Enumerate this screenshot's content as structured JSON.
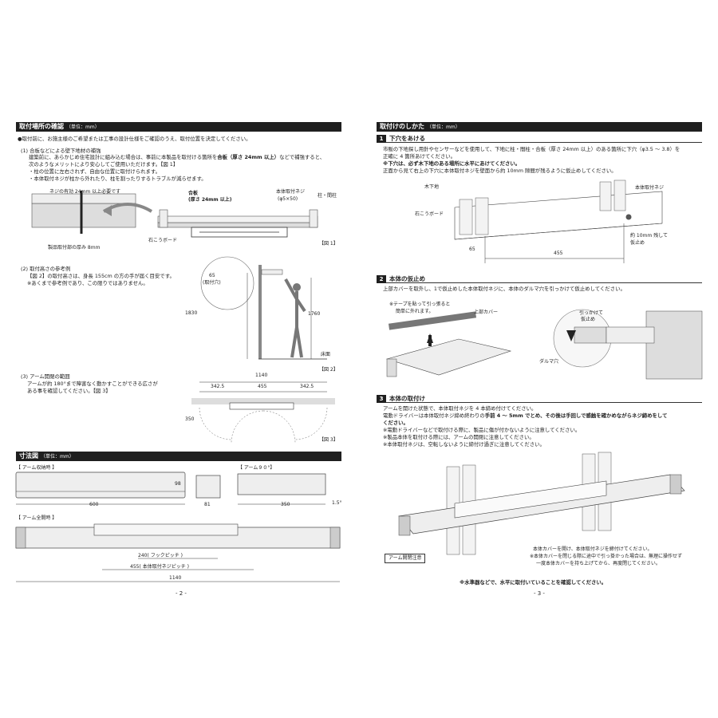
{
  "left": {
    "section1": {
      "title": "取付場所の確認",
      "unit": "（単位：mm）",
      "intro": "●取付前に、お施主様のご希望または工事の設計仕様をご確認のうえ、取付位置を決定してください。",
      "s1_heading": "(1) 合板などによる壁下地材の補強",
      "s1_l1_a": "建築前に、あらかじめ住宅設計に組み込む場合は、事前に本製品を取付ける箇所を",
      "s1_l1_b": "合板（厚さ 24mm 以上）",
      "s1_l1_c": "などで補強すると、",
      "s1_l2": "次のようなメリットにより安心してご使用いただけます。【図 1】",
      "s1_l3": "・柱の位置に左右されず、自由な位置に取付けられます。",
      "s1_l4": "・本体取付ネジが柱から外れたり、柱を割ったりするトラブルが減らせます。",
      "fig1_screw": "ネジの有効 24mm 以上必要です",
      "fig1_plywood": "合板",
      "fig1_plywood2": "(厚さ 24mm 以上)",
      "fig1_mount_screw": "本体取付ネジ",
      "fig1_mount_screw2": "(φ5×50)",
      "fig1_pillar": "柱・間柱",
      "fig1_board": "石こうボード",
      "fig1_thickness": "製品取付部の厚み 8mm",
      "fig1_label": "【図 1】",
      "s2_heading": "(2) 取付高さの参考例",
      "s2_l1": "【図 2】の取付高さは、身長 155cm の方の手が届く目安です。",
      "s2_l2": "※あくまで参考例であり、この限りではありません。",
      "fig2_65": "65",
      "fig2_hole": "(取付穴)",
      "fig2_1830": "1830",
      "fig2_1760": "1760",
      "fig2_floor": "床面",
      "fig2_label": "【図 2】",
      "s3_heading": "(3) アーム開閉の範囲",
      "s3_l1": "アームが約 180°まで障害なく動かすことができる広さが",
      "s3_l2": "ある事を確認してください。【図 3】",
      "fig3_1140": "1140",
      "fig3_a": "342.5",
      "fig3_b": "455",
      "fig3_c": "342.5",
      "fig3_350": "350",
      "fig3_label": "【図 3】"
    },
    "section2": {
      "title": "寸法図",
      "unit": "（単位：mm）",
      "stored": "【 アーム収納時 】",
      "arm90": "【 アーム９０°】",
      "open": "【 アーム全開時 】",
      "d98": "98",
      "d600": "600",
      "d81": "81",
      "d350": "350",
      "d15": "1.5°",
      "hook": "240( フックピッチ )",
      "screwpitch": "455( 本体取付ネジピッチ )",
      "d1140": "1140"
    },
    "page": "- 2 -"
  },
  "right": {
    "title": "取付けのしかた",
    "unit": "（単位：mm）",
    "step1": {
      "num": "1",
      "title": "下穴をあける",
      "l1": "市販の下地探し用針やセンサーなどを使用して、下地に柱・間柱・合板（厚さ 24mm 以上）のある箇所に下穴（φ3.5 ～ 3.8）を",
      "l2": "正確に 4 箇所あけてください。",
      "l3": "※下穴は、必ず木下地のある場所に水平にあけてください。",
      "l4": "正面から見て右上の下穴に本体取付ネジを壁面から約 10mm 隙間が残るように仮止めしてください。",
      "lbl_base": "木下地",
      "lbl_board": "石こうボード",
      "lbl_screw": "本体取付ネジ",
      "lbl_gap1": "約 10mm 残して",
      "lbl_gap2": "仮止め",
      "d65": "65",
      "d455": "455"
    },
    "step2": {
      "num": "2",
      "title": "本体の仮止め",
      "l1": "上部カバーを取外し、1で仮止めした本体取付ネジに、本体のダルマ穴を引っかけて仮止めしてください。",
      "tape1": "※テープを貼って引っ張ると",
      "tape2": "簡単に外れます。",
      "cover": "上部カバー",
      "hook1": "引っかけて",
      "hook2": "仮止め",
      "daruma": "ダルマ穴"
    },
    "step3": {
      "num": "3",
      "title": "本体の取付け",
      "l1": "アームを開けた状態で、本体取付ネジを 4 本締め付けてください。",
      "l2a": "電動ドライバーは本体取付ネジ締め終わりの",
      "l2b": "手前 4 ～ 5mm でとめ、その後は手回しで感触を確かめながらネジ締めをして",
      "l3": "ください。",
      "l4": "※電動ドライバーなどで取付ける際に、製品に傷が付かないように注意してください。",
      "l5": "※製品本体を取付ける際には、アームの開閉に注意してください。",
      "l6": "※本体取付ネジは、空転しないように締付け過ぎに注意してください。",
      "cap1": "本体カバーを開け、本体取付ネジを締付けてください。",
      "cap2": "※本体カバーを閉じる際に途中で引っ掛かった場合は、無理に操作せず",
      "cap3": "一度本体カバーを持ち上げてから、再度閉じてください。",
      "armnote": "アーム開閉注意",
      "level": "※水準器などで、水平に取付いていることを確認してください。"
    },
    "page": "- 3 -"
  }
}
